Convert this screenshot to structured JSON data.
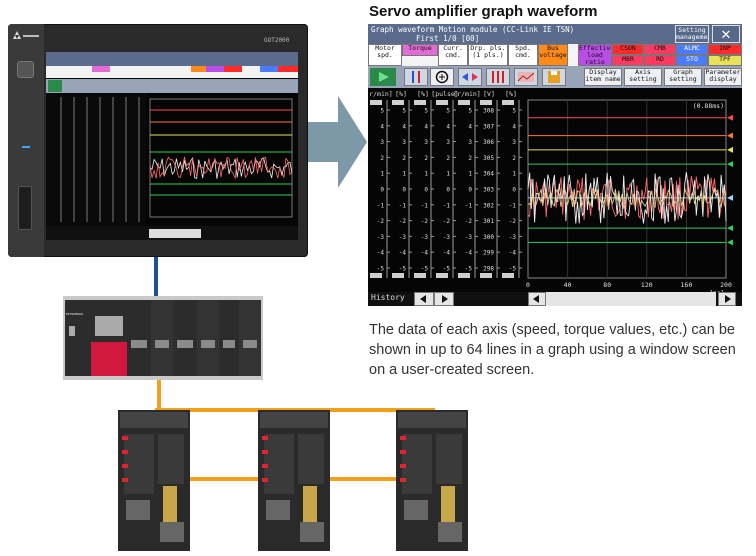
{
  "caption_title": "Servo amplifier graph waveform",
  "description": "The data of each axis (speed, torque values, etc.) can be shown in up to 64 lines in a graph using a window screen on a user-created screen.",
  "hmi_brand": "GOT2000",
  "plc_brand": "MITSUBISHI",
  "screen": {
    "title_line1": "Graph waveform  Motion module (CC-Link IE TSN)",
    "title_line2": "First 1/0 [00]",
    "setting_label": "Setting management",
    "close_glyph": "✕",
    "channels": [
      {
        "label": "Motor spd.",
        "color": "#ffffff"
      },
      {
        "label": "Torque",
        "color": "#e26bd6"
      },
      {
        "label": "Curr. cmd.",
        "color": "#ffffff"
      },
      {
        "label": "Drp. pls. (1 pls.)",
        "color": "#ffffff"
      },
      {
        "label": "Spd. cmd.",
        "color": "#ffffff"
      },
      {
        "label": "Bus voltage",
        "color": "#ff8a1a"
      },
      {
        "label": "Effective load ratio",
        "color": "#b94ee6"
      }
    ],
    "flags": [
      {
        "label": "CSON",
        "color": "#ff2a2a"
      },
      {
        "label": "CMB",
        "color": "#ff3a60"
      },
      {
        "label": "ALMC",
        "color": "#4a7cff"
      },
      {
        "label": "INP",
        "color": "#ff2a2a"
      },
      {
        "label": "MBR",
        "color": "#ff3a60"
      },
      {
        "label": "RD",
        "color": "#ff3a60"
      },
      {
        "label": "STO",
        "color": "#4a7cff"
      },
      {
        "label": "TPF",
        "color": "#e9e15a"
      }
    ],
    "toolbar": {
      "display_item": "Display item name",
      "axis_setting": "Axis setting",
      "graph_setting": "Graph setting",
      "parameter_display": "Parameter display"
    },
    "units": [
      "[r/min]",
      "[%]",
      "[%]",
      "[pulse]",
      "[r/min]",
      "[V]",
      "[%]"
    ],
    "axis_ticks": [
      "5",
      "4",
      "3",
      "2",
      "1",
      "0",
      "-1",
      "-2",
      "-3",
      "-4",
      "-5"
    ],
    "volt_ticks": [
      "308",
      "307",
      "306",
      "305",
      "304",
      "303",
      "302",
      "301",
      "300",
      "299",
      "298"
    ],
    "unit_right": "(0.88ms)",
    "x_ticks": [
      "0",
      "40",
      "80",
      "120",
      "160",
      "200"
    ],
    "x_unit": "[ms]",
    "history_label": "History"
  }
}
